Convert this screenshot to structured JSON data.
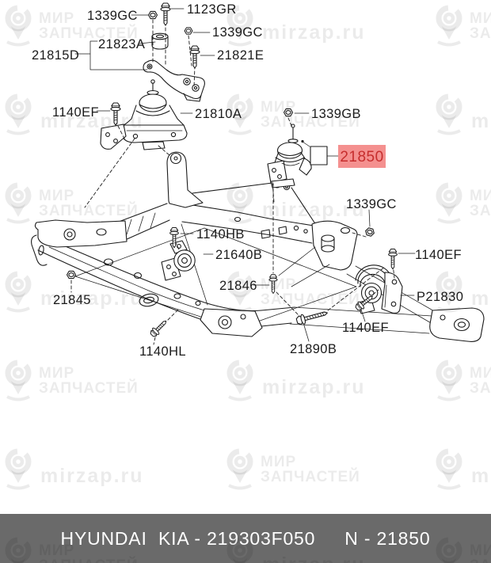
{
  "page": {
    "background": "#ffffff"
  },
  "watermark": {
    "brand_line1": "МИР",
    "brand_line2": "ЗАПЧАСТЕЙ",
    "site": "mirzap.ru"
  },
  "diagram": {
    "highlight": {
      "text": "21850",
      "bg_color": "#f4908f",
      "text_color": "#c62d2d"
    },
    "labels": [
      {
        "id": "1339gc-top",
        "text": "1339GC"
      },
      {
        "id": "1123gr",
        "text": "1123GR"
      },
      {
        "id": "21823a",
        "text": "21823A"
      },
      {
        "id": "1339gc-2",
        "text": "1339GC"
      },
      {
        "id": "21815d",
        "text": "21815D"
      },
      {
        "id": "21821e",
        "text": "21821E"
      },
      {
        "id": "1140ef-left",
        "text": "1140EF"
      },
      {
        "id": "21810a",
        "text": "21810A"
      },
      {
        "id": "1339gb",
        "text": "1339GB"
      },
      {
        "id": "1339gc-mid",
        "text": "1339GC"
      },
      {
        "id": "1140hb",
        "text": "1140HB"
      },
      {
        "id": "21640b",
        "text": "21640B"
      },
      {
        "id": "21846",
        "text": "21846"
      },
      {
        "id": "21845",
        "text": "21845"
      },
      {
        "id": "1140hl",
        "text": "1140HL"
      },
      {
        "id": "21890b",
        "text": "21890B"
      },
      {
        "id": "1140ef-right",
        "text": "1140EF"
      },
      {
        "id": "p21830",
        "text": "P21830"
      },
      {
        "id": "1140ef-bottom",
        "text": "1140EF"
      }
    ]
  },
  "footer": {
    "left": "HYUNDAI  KIA - 219303F050",
    "right": "N - 21850",
    "bg_color": "#6a6a6a",
    "text_color": "#ffffff"
  }
}
